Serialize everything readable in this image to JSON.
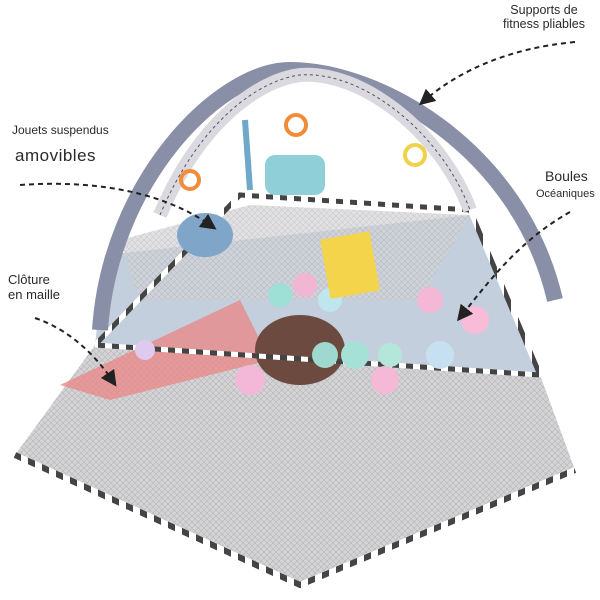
{
  "annotations": {
    "toys_line1": "Jouets suspendus",
    "toys_line2": "amovibles",
    "supports_line1": "Supports de",
    "supports_line2": "fitness pliables",
    "balls_line1": "Boules",
    "balls_line2": "Océaniques",
    "fence_line1": "Clôture",
    "fence_line2": "en maille"
  },
  "colors": {
    "arch": "#8a8fa8",
    "mesh": "#c9c9cc",
    "mat": "#b9c7d6",
    "frame": "#5a5a60"
  }
}
